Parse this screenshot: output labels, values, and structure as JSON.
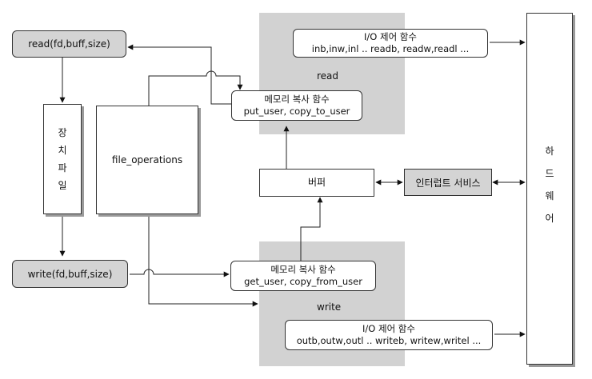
{
  "read_call": "read(fd,buff,size)",
  "write_call": "write(fd,buff,size)",
  "device_file": [
    "장",
    "치",
    "파",
    "일"
  ],
  "file_operations": "file_operations",
  "read_region": {
    "label": "read",
    "io_title": "I/O 제어 함수",
    "io_funcs": "inb,inw,inl .. readb, readw,readl ...",
    "copy_title": "메모리 복사 함수",
    "copy_funcs": "put_user, copy_to_user"
  },
  "buffer": "버퍼",
  "interrupt": "인터럽트 서비스",
  "write_region": {
    "label": "write",
    "copy_title": "메모리 복사 함수",
    "copy_funcs": "get_user, copy_from_user",
    "io_title": "I/O 제어 함수",
    "io_funcs": "outb,outw,outl .. writeb, writew,writel ..."
  },
  "hardware": [
    "하",
    "드",
    "웨",
    "어"
  ]
}
